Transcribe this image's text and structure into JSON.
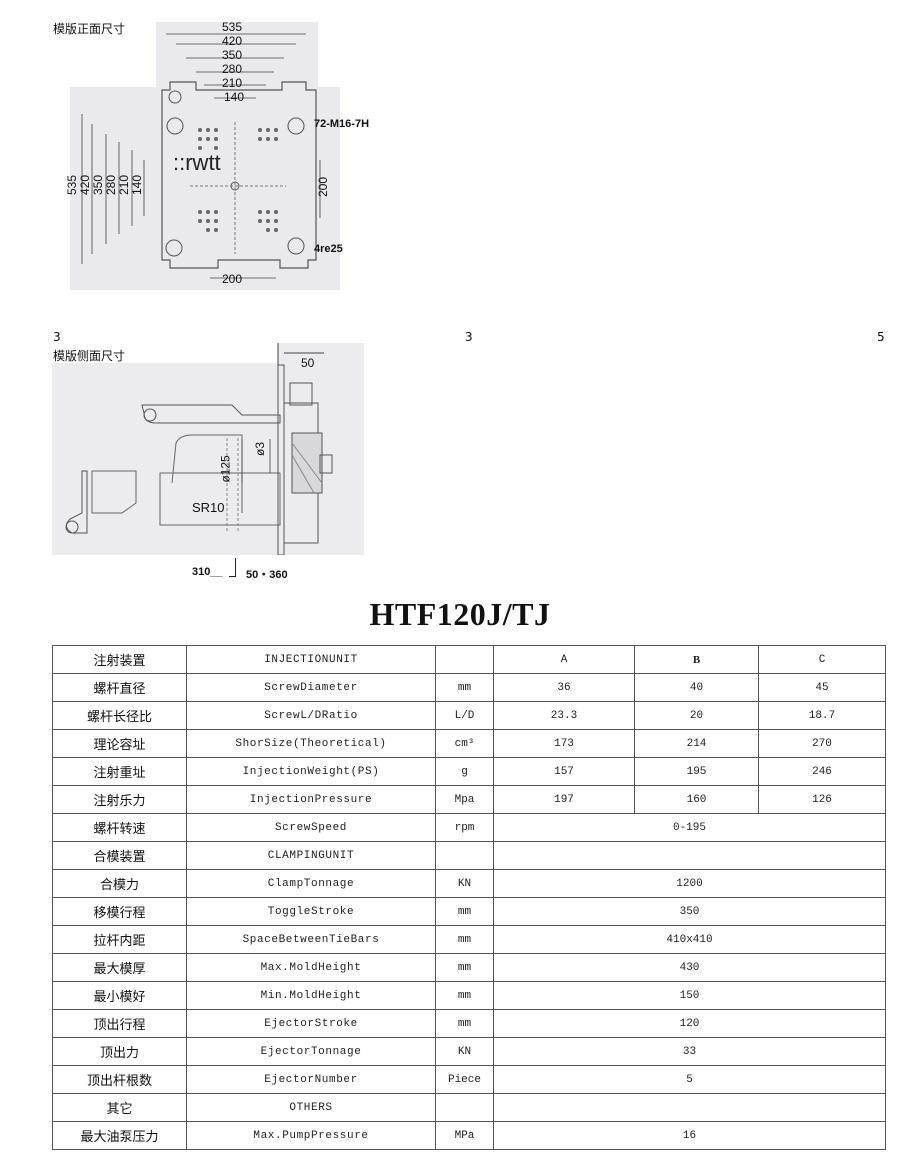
{
  "front_view": {
    "caption": "模版正面尺寸",
    "top_dims": [
      "535",
      "420",
      "350",
      "280",
      "210",
      "140"
    ],
    "left_dims": [
      "535",
      "420",
      "350",
      "280",
      "210",
      "140"
    ],
    "right_dim": "200",
    "bottom_dim": "200",
    "label_thread": "72-M16-7H",
    "label_center": "::rwtt",
    "label_hole": "4re25"
  },
  "page_numbers": [
    "3",
    "3",
    "5"
  ],
  "side_view": {
    "caption": "模版侧面尺寸",
    "dim_top": "50",
    "dim_dia125": "ø125",
    "dim_dia3": "ø3",
    "dim_sr": "SR10",
    "bottom_left": "310__",
    "bottom_right": "50・360"
  },
  "model_title": "HTF120J/TJ",
  "spec_table": {
    "rows": [
      {
        "zh": "注射装置",
        "en": "INJECTIONUNIT",
        "unit": "",
        "a": "A",
        "b": "B",
        "c": "C",
        "type": "header"
      },
      {
        "zh": "螺杆直径",
        "en": "ScrewDiameter",
        "unit": "mm",
        "a": "36",
        "b": "40",
        "c": "45",
        "type": "three"
      },
      {
        "zh": "螺杆长径比",
        "en": "ScrewL/DRatio",
        "unit": "L/D",
        "a": "23.3",
        "b": "20",
        "c": "18.7",
        "type": "three"
      },
      {
        "zh": "理论容址",
        "en": "ShorSize(Theoretical)",
        "unit": "cm³",
        "a": "173",
        "b": "214",
        "c": "270",
        "type": "three"
      },
      {
        "zh": "注射重址",
        "en": "InjectionWeight(PS)",
        "unit": "g",
        "a": "157",
        "b": "195",
        "c": "246",
        "type": "three"
      },
      {
        "zh": "注射乐力",
        "en": "InjectionPressure",
        "unit": "Mpa",
        "a": "197",
        "b": "160",
        "c": "126",
        "type": "three"
      },
      {
        "zh": "螺杆转速",
        "en": "ScrewSpeed",
        "unit": "rpm",
        "value": "0-195",
        "type": "merged"
      },
      {
        "zh": "合模装置",
        "en": "CLAMPINGUNIT",
        "unit": "",
        "value": "",
        "type": "merged"
      },
      {
        "zh": "合模力",
        "en": "ClampTonnage",
        "unit": "KN",
        "value": "1200",
        "type": "merged"
      },
      {
        "zh": "移模行程",
        "en": "ToggleStroke",
        "unit": "mm",
        "value": "350",
        "type": "merged"
      },
      {
        "zh": "拉杆内距",
        "en": "SpaceBetweenTieBars",
        "unit": "mm",
        "value": "410x410",
        "type": "merged"
      },
      {
        "zh": "最大模厚",
        "en": "Max.MoldHeight",
        "unit": "mm",
        "value": "430",
        "type": "merged"
      },
      {
        "zh": "最小模好",
        "en": "Min.MoldHeight",
        "unit": "mm",
        "value": "150",
        "type": "merged"
      },
      {
        "zh": "顶出行程",
        "en": "EjectorStroke",
        "unit": "mm",
        "value": "120",
        "type": "merged"
      },
      {
        "zh": "顶出力",
        "en": "EjectorTonnage",
        "unit": "KN",
        "value": "33",
        "type": "merged"
      },
      {
        "zh": "顶出杆根数",
        "en": "EjectorNumber",
        "unit": "Piece",
        "value": "5",
        "type": "merged"
      },
      {
        "zh": "其它",
        "en": "OTHERS",
        "unit": "",
        "value": "",
        "type": "merged"
      },
      {
        "zh": "最大油泵压力",
        "en": "Max.PumpPressure",
        "unit": "MPa",
        "value": "16",
        "type": "merged"
      }
    ]
  }
}
